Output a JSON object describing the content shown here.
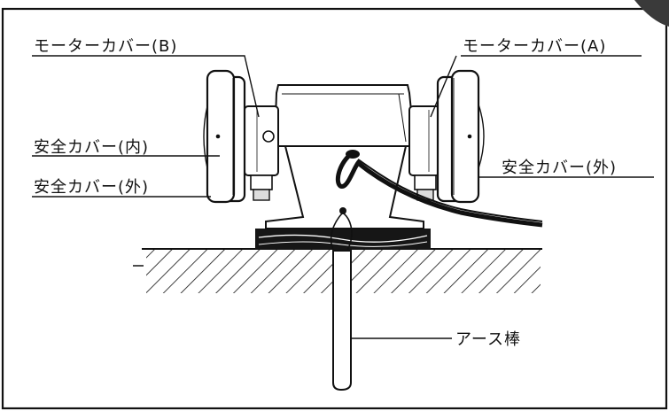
{
  "labels": {
    "motor_cover_b": "モーターカバー(B)",
    "motor_cover_a": "モーターカバー(A)",
    "safety_cover_inner": "安全カバー(内)",
    "safety_cover_outer_left": "安全カバー(外)",
    "safety_cover_outer_right": "安全カバー(外)",
    "earth_rod": "アース棒"
  },
  "colors": {
    "ink": "#111111",
    "paper": "#ffffff",
    "corner_mark": "#3a3a3a"
  }
}
